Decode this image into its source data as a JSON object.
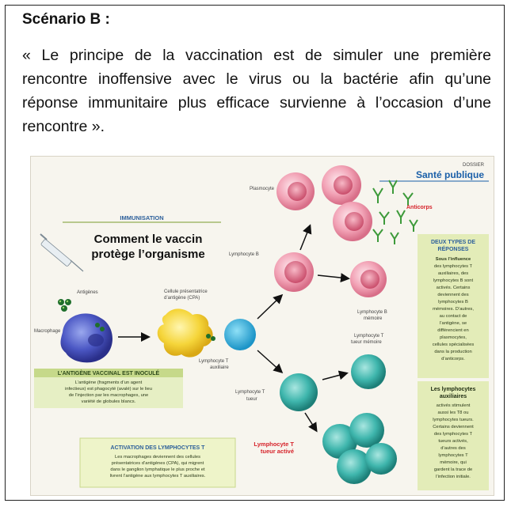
{
  "scenario": {
    "title": "Scénario B :",
    "quote": "« Le principe de la vaccination est de simuler une première rencontre inoffensive avec le virus ou la bactérie afin qu’une réponse immunitaire plus efficace survienne à l’occasion d’une rencontre »."
  },
  "figure": {
    "dossier": "DOSSIER",
    "section": "Santé publique",
    "tag": "IMMUNISATION",
    "headline_1": "Comment le vaccin",
    "headline_2": "protège l’organisme",
    "labels": {
      "antigenes": "Antigènes",
      "macrophage": "Macrophage",
      "cpa_1": "Cellule présentatrice",
      "cpa_2": "d’antigène (CPA)",
      "ltaux_1": "Lymphocyte T",
      "ltaux_2": "auxiliaire",
      "lb": "Lymphocyte B",
      "plasmocyte": "Plasmocyte",
      "anticorps": "Anticorps",
      "lbmem_1": "Lymphocyte B",
      "lbmem_2": "mémoire",
      "ltmem_1": "Lymphocyte T",
      "ltmem_2": "tueur mémoire",
      "lttueur_1": "Lymphocyte T",
      "lttueur_2": "tueur",
      "ltactive_1": "Lymphocyte T",
      "ltactive_2": "tueur activé"
    },
    "box_inocule": {
      "title": "L’ANTIGÈNE VACCINAL EST INOCULÉ",
      "lines": [
        "L’antigène (fragments d’un agent",
        "infectieux) est phagocyté (avalé) sur le lieu",
        "de l’injection par les macrophages, une",
        "variété de globules blancs."
      ]
    },
    "box_activation": {
      "title": "ACTIVATION DES LYMPHOCYTES T",
      "lines": [
        "Les macrophages deviennent des cellules",
        "présentatrices d’antigènes (CPA), qui migrent",
        "dans le ganglion lymphatique le plus proche et",
        "livrent l’antigène aux lymphocytes T auxiliaires."
      ]
    },
    "box_reponses": {
      "title_1": "DEUX TYPES DE",
      "title_2": "RÉPONSES",
      "lines": [
        "Sous l’influence",
        "des lymphocytes T",
        "auxiliaires, des",
        "lymphocytes B sont",
        "activés. Certains",
        "deviennent des",
        "lymphocytes B",
        "mémoires. D’autres,",
        "au contact de",
        "l’antigène, se",
        "différencient en",
        "plasmocytes,",
        "cellules spécialisées",
        "dans la production",
        "d’anticorps."
      ]
    },
    "box_lt": {
      "title_1": "Les lymphocytes",
      "title_2": "auxiliaires",
      "lines": [
        "activés stimulent",
        "aussi les T8 ou",
        "lymphocytes tueurs.",
        "Certains deviennent",
        "des lymphocytes T",
        "tueurs activés,",
        "d’autres des",
        "lymphocytes T",
        "mémoire, qui",
        "gardent la trace de",
        "l’infection initiale."
      ]
    }
  }
}
